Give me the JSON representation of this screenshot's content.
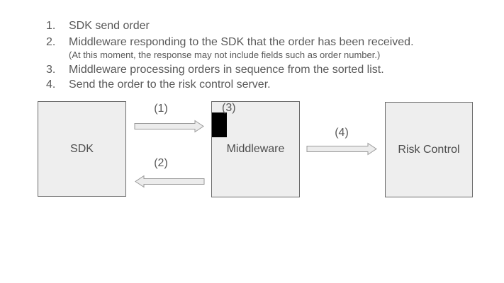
{
  "colors": {
    "background": "#ffffff",
    "box_fill": "#eeeeee",
    "box_border": "#6b6b6b",
    "arrow_fill": "#ececec",
    "arrow_border": "#9a9a9a",
    "text": "#595959",
    "marker": "#000000"
  },
  "steps": {
    "items": [
      {
        "num": "1.",
        "text": "SDK send order"
      },
      {
        "num": "2.",
        "text": "Middleware responding to the SDK that the order has been received.",
        "note": "(At this moment, the response may not include fields such as order number.)"
      },
      {
        "num": "3.",
        "text": "Middleware processing orders in sequence from the sorted list."
      },
      {
        "num": "4.",
        "text": "Send the order to the risk control server."
      }
    ]
  },
  "diagram": {
    "nodes": [
      {
        "label": "SDK"
      },
      {
        "label": "Middleware"
      },
      {
        "label": "Risk Control"
      }
    ],
    "arrows": [
      {
        "label": "(1)",
        "from": "SDK",
        "to": "Middleware",
        "direction": "right"
      },
      {
        "label": "(2)",
        "from": "Middleware",
        "to": "SDK",
        "direction": "left"
      },
      {
        "label": "(3)",
        "type": "queue-marker",
        "on": "Middleware"
      },
      {
        "label": "(4)",
        "from": "Middleware",
        "to": "Risk Control",
        "direction": "right"
      }
    ]
  }
}
